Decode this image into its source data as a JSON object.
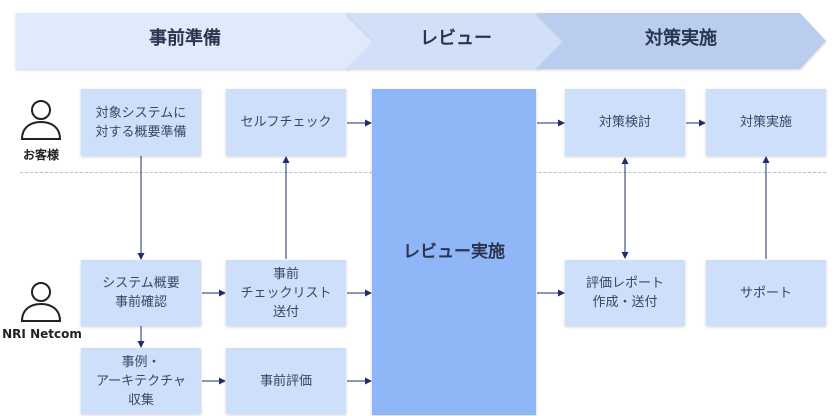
{
  "phases": [
    {
      "label": "事前準備"
    },
    {
      "label": "レビュー"
    },
    {
      "label": "対策実施"
    }
  ],
  "actors": [
    {
      "label": "お客様",
      "icon": "person-icon"
    },
    {
      "label": "NRI Netcom",
      "icon": "person-icon"
    }
  ],
  "boxes": {
    "target_overview": "対象システムに\n対する概要準備",
    "self_check": "セルフチェック",
    "review": "レビュー実施",
    "countermeasure_review": "対策検討",
    "countermeasure_impl": "対策実施",
    "system_overview": "システム概要\n事前確認",
    "checklist_send": "事前\nチェックリスト\n送付",
    "report": "評価レポート\n作成・送付",
    "support": "サポート",
    "case_collection": "事例・\nアーキテクチャ\n収集",
    "pre_evaluation": "事前評価"
  },
  "colors": {
    "phase_light": "#dfeafc",
    "phase_mid": "#c9daf6",
    "phase_dark": "#a9c1ea",
    "box": "#cddffa",
    "review": "#8fb6f6",
    "arrow": "#1f2d6e"
  }
}
